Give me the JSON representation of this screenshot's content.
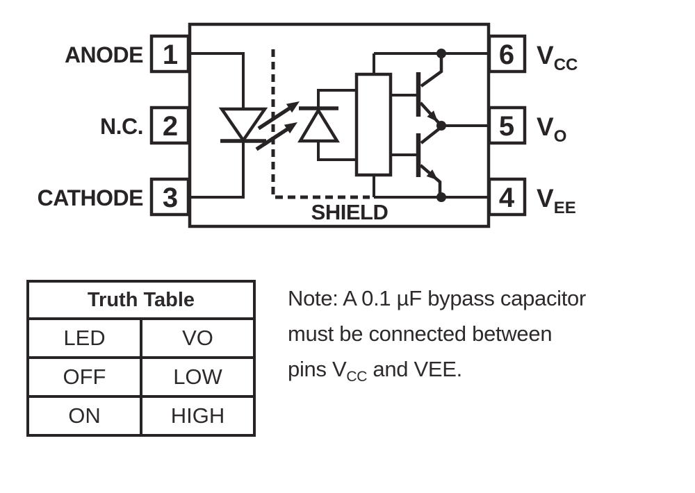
{
  "diagram": {
    "pins_left": [
      {
        "number": "1",
        "label": "ANODE"
      },
      {
        "number": "2",
        "label": "N.C."
      },
      {
        "number": "3",
        "label": "CATHODE"
      }
    ],
    "pins_right": [
      {
        "number": "6",
        "base": "V",
        "sub": "CC"
      },
      {
        "number": "5",
        "base": "V",
        "sub": "O"
      },
      {
        "number": "4",
        "base": "V",
        "sub": "EE"
      }
    ],
    "shield_label": "SHIELD"
  },
  "truth_table": {
    "title": "Truth Table",
    "columns": [
      "LED",
      "VO"
    ],
    "rows": [
      [
        "OFF",
        "LOW"
      ],
      [
        "ON",
        "HIGH"
      ]
    ]
  },
  "note": {
    "line1": "Note: A 0.1 µF bypass capacitor",
    "line2": "must be connected between",
    "line3_pre": "pins V",
    "line3_sub": "CC",
    "line3_post": " and VEE."
  },
  "colors": {
    "ink": "#282425",
    "background": "#ffffff"
  }
}
